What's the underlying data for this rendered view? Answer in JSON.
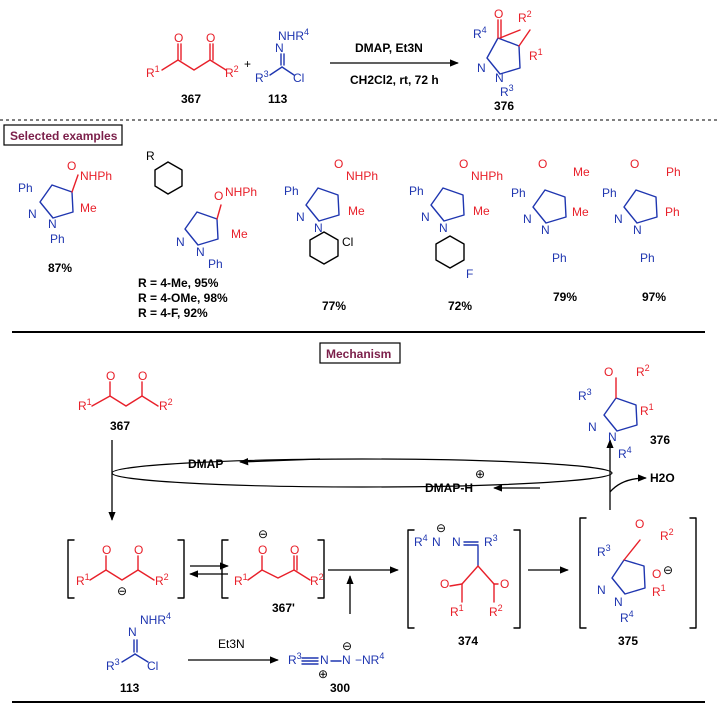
{
  "header_reaction": {
    "conditions_top": "DMAP, Et3N",
    "conditions_bottom": "CH2Cl2, rt, 72 h",
    "compounds": {
      "diketone": "367",
      "hydrazonoyl_chloride": "113",
      "pyrazole": "376"
    },
    "plus": "+"
  },
  "selected_examples": {
    "label": "Selected examples",
    "items": [
      {
        "substituent": "NHPh",
        "yield": "87%"
      },
      {
        "substituent": "NHPh",
        "yield_lines": [
          "R = 4-Me, 95%",
          "R = 4-OMe, 98%",
          "R = 4-F, 92%"
        ]
      },
      {
        "substituent": "NHPh",
        "aryl_sub": "Cl",
        "yield": "77%"
      },
      {
        "substituent": "NHPh",
        "aryl_sub": "F",
        "yield": "72%"
      },
      {
        "substituent": "Me",
        "yield": "79%"
      },
      {
        "substituent": "Ph",
        "yield": "97%"
      }
    ]
  },
  "mechanism": {
    "label": "Mechanism",
    "dmap": "DMAP",
    "dmap_h": "DMAP-H",
    "water": "H2O",
    "et3n": "Et3N",
    "compounds": [
      "367",
      "367'",
      "374",
      "375",
      "376",
      "113",
      "300"
    ]
  },
  "colors": {
    "red": "#e8202a",
    "blue": "#1f36b0",
    "box_text": "#7b1f4a"
  }
}
